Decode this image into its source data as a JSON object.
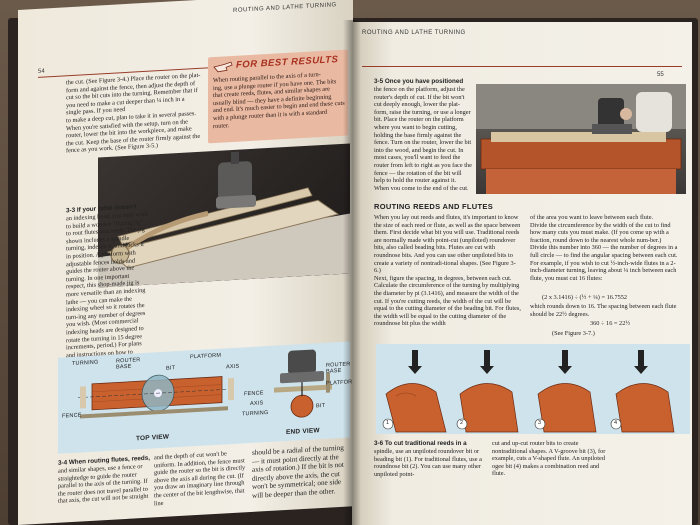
{
  "left_page": {
    "running_head": "ROUTING AND LATHE TURNING",
    "page_number": "54",
    "intro_text": "the cut. (See Figure 3-4.) Place the router on the plat-\nform and against the fence, then adjust the depth of\ncut so the bit cuts into the turning. Remember that if\nyou need to make a cut deeper than ¼ inch in a single pass. If you need\nto make a deep cut, plan to take it in several passes.\nWhen you're satisfied with the setup, turn on the\nrouter, lower the bit into the workpiece, and make\nthe cut. Keep the base of the router firmly against the\nfence as you work. (See Figure 3-5.)",
    "tip": {
      "title": "FOR BEST RESULTS",
      "text": "When routing parallel to the axis of a turn-\ning, use a plunge router if you have one. The bits\nthat create reeds, flutes, and similar shapes are\nusually blind — they have a definite beginning\nand end. It's much easier to begin and end these cuts\nwith a plunge router than it is with a standard\nrouter."
    },
    "fig33_caption_title": "3-3 If your lathe doesn't have",
    "fig33_caption": "an indexing head, you may wish to build a wooden \"fluting jig\" to rout flutes and reeds. The jig shown includes a spindle turning, indexes it, and locks it in position. A platform with adjustable fences holds and guides the router above the turning. In one important respect, this shop-made jig is more versatile than an indexing lathe — you can make the indexing wheel so it rotates the turn-ing any number of degrees you wish. (Most commercial indexing heads are designed to rotate the turning in 15 degree increments, period.) For plans and instructions on how to make this fixture, see the \"Fluting Jig\" on page 60.",
    "diagram": {
      "labels": {
        "turning": "TURNING",
        "router_base": "ROUTER BASE",
        "bit": "BIT",
        "platform": "PLATFORM",
        "axis": "AXIS",
        "fence": "FENCE"
      },
      "end_labels": {
        "router_base": "ROUTER BASE",
        "platform": "PLATFORM",
        "fence": "FENCE",
        "axis": "AXIS",
        "turning": "TURNING",
        "bit": "BIT"
      },
      "top_view": "TOP VIEW",
      "end_view": "END VIEW"
    },
    "fig34_caption_title": "3-4 When routing flutes, reeds,",
    "fig34_caption": "and similar shapes, use a fence or straightedge to guide the router parallel to the axis of the turning. If the router does not travel parallel to that axis, the cut will not be straight",
    "col2_text": "and the depth of cut won't be uniform. In addition, the fence must guide the router so the bit is directly above the axis all during the cut. (If you draw an imaginary line through the center of the bit lengthwise, that line",
    "col3_text": "should be a radial of the turning — it must point directly at the axis of rotation.) If the bit is not directly above the axis, the cut won't be symmetrical; one side will be deeper than the other."
  },
  "right_page": {
    "running_head": "ROUTING AND LATHE TURNING",
    "page_number": "55",
    "fig35_caption_title": "3-5 Once you have positioned",
    "fig35_caption": "the fence on the platform, adjust the router's depth of cut. If the bit won't cut deeply enough, lower the plat-form, raise the turning, or use a longer bit. Place the router on the platform where you want to begin cutting, holding the base firmly against the fence. Turn on the router, lower the bit into the wood, and begin the cut. In most cases, you'll want to feed the router from left to right as you face the fence — the rotation of the bit will help to hold the router against it. When you come to the end of the cut, turn off the router and raise the bit.",
    "section_heading": "ROUTING REEDS AND FLUTES",
    "col1_text": "When you lay out reeds and flutes, it's important to know the size of each reed or flute, as well as the space between them. First decide what bit you will use. Traditional reeds are normally made with point-cut (unpiloted) roundover bits, also called beading bits. Flutes are cut with roundnose bits. And you can use other unpiloted bits to create a variety of nontradi-tional shapes. (See Figure 3-6.)\n  Next, figure the spacing, in degrees, between each cut. Calculate the circumference of the turning by multiplying the diameter by pi (3.1416), and measure the width of the cut. If you're cutting reeds, the width of the cut will be equal to the cutting diameter of the beading bit. For flutes, the width will be equal to the cutting diameter of the roundnose bit plus the width",
    "col2_text": "of the area you want to leave between each flute.\n  Divide the circumference by the width of the cut to find how many cuts you must make. (If you come up with a fraction, round down to the nearest whole num-ber.) Divide this number into 360 — the number of degrees in a full circle — to find the angular spacing between each cut. For example, if you wish to cut ½-inch-wide flutes in a 2-inch-diameter turning, leaving about ¼ inch between each flute, you must cut 16 flutes:",
    "formula1": "(2 x 3.1416) ÷ (½ + ¼) = 16.7552",
    "formula1_note": "which rounds down to 16. The spacing between each flute should be 22½ degrees.",
    "formula2": "360 ÷ 16 = 22½",
    "formula_ref": "(See Figure 3-7.)",
    "bit_numbers": [
      "1",
      "2",
      "3",
      "4"
    ],
    "fig36_caption_title": "3-6 To cut traditional reeds in a",
    "fig36_caption": "spindle, use an unpiloted roundover bit or beading bit (1). For traditional flutes, use a roundnose bit (2). You can use many other unpiloted point-",
    "fig36_caption_col2": "cut and up-cut router bits to create nontraditional shapes. A V-groove bit (3), for example, cuts a V-shaped flute. An unpiloted ogee bit (4) makes a combination reed and flute."
  },
  "colors": {
    "tip_box": "#e9b9a2",
    "tip_title": "#a8301f",
    "diagram_bg": "#cfe3ec",
    "turning": "#c8612e",
    "rule": "#9a3c2a"
  }
}
